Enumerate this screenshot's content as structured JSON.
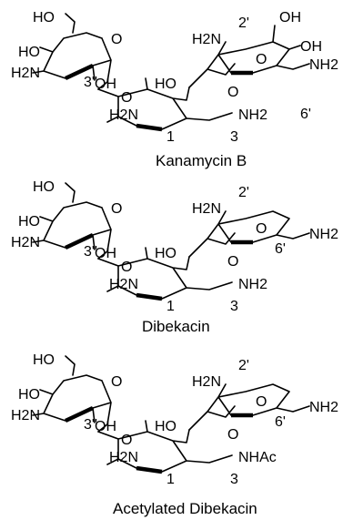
{
  "molecules": [
    {
      "name": "Kanamycin B",
      "left_ring": {
        "oh_top": "HO",
        "oh_left": "HO",
        "nh2": "H2N",
        "locant": "3''",
        "oh_anomeric": "OH",
        "ring_o": "O"
      },
      "center_ring": {
        "oh": "HO",
        "o_left": "O",
        "o_right": "O",
        "nh2_left": "H2N",
        "substituent_right": "NH2",
        "locant_left": "1",
        "locant_right": "3"
      },
      "right_ring": {
        "nh2": "H2N",
        "locant_top": "2'",
        "oh_top": "OH",
        "oh_right": "OH",
        "ring_o": "O",
        "nh2_side": "NH2",
        "locant_side": "6'"
      }
    },
    {
      "name": "Dibekacin",
      "left_ring": {
        "oh_top": "HO",
        "oh_left": "HO",
        "nh2": "H2N",
        "locant": "3''",
        "oh_anomeric": "OH",
        "ring_o": "O"
      },
      "center_ring": {
        "oh": "HO",
        "o_left": "O",
        "o_right": "O",
        "nh2_left": "H2N",
        "substituent_right": "NH2",
        "locant_left": "1",
        "locant_right": "3"
      },
      "right_ring": {
        "nh2": "H2N",
        "locant_top": "2'",
        "ring_o": "O",
        "nh2_side": "NH2",
        "locant_side": "6'"
      }
    },
    {
      "name": "Acetylated Dibekacin",
      "left_ring": {
        "oh_top": "HO",
        "oh_left": "HO",
        "nh2": "H2N",
        "locant": "3''",
        "oh_anomeric": "OH",
        "ring_o": "O"
      },
      "center_ring": {
        "oh": "HO",
        "o_left": "O",
        "o_right": "O",
        "nh2_left": "H2N",
        "substituent_right": "NHAc",
        "locant_left": "1",
        "locant_right": "3"
      },
      "right_ring": {
        "nh2": "H2N",
        "locant_top": "2'",
        "ring_o": "O",
        "nh2_side": "NH2",
        "locant_side": "6'"
      }
    }
  ]
}
